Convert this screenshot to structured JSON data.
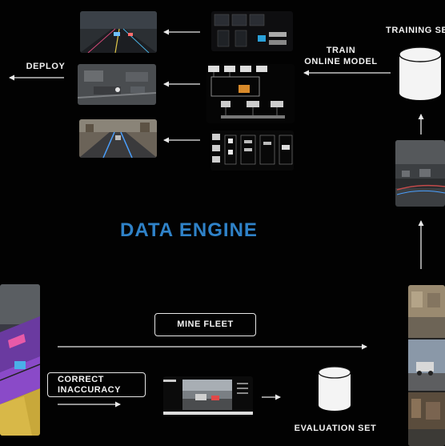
{
  "title": "DATA ENGINE",
  "labels": {
    "deploy": "DEPLOY",
    "train_line1": "TRAIN",
    "train_line2": "ONLINE MODEL",
    "training_set": "TRAINING SE",
    "mine_fleet": "MINE FLEET",
    "correct_line1": "CORRECT",
    "correct_line2": "INACCURACY",
    "evaluation_set": "EVALUATION SET"
  },
  "colors": {
    "title": "#2f82c8",
    "background": "#020202",
    "arrow": "#e8e8e8",
    "cylinder": "#f4f4f4"
  }
}
